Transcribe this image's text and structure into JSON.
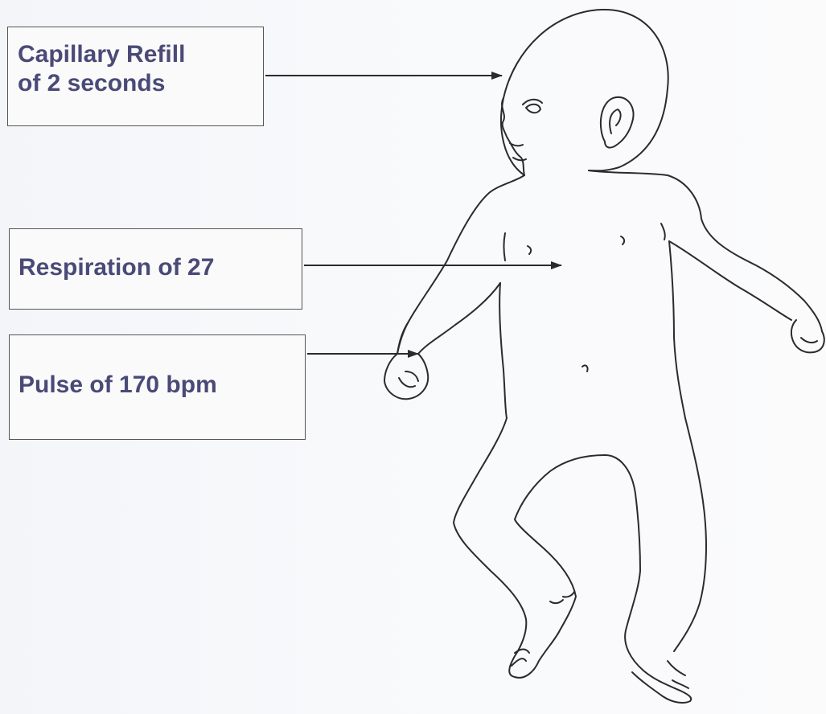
{
  "labels": {
    "capillary_refill": "Capillary Refill\nof 2 seconds",
    "respiration": "Respiration of 27",
    "pulse": "Pulse of 170 bpm"
  },
  "colors": {
    "label_text": "#4a4a78",
    "outline": "#2b2b2b",
    "box_border": "#555555"
  }
}
